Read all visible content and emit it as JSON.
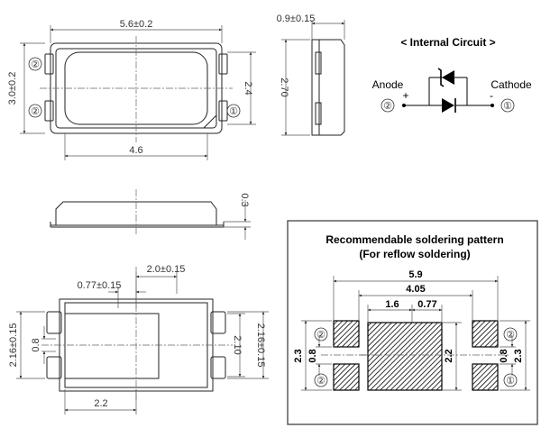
{
  "top_view": {
    "width_dim": "5.6±0.2",
    "height_dim": "3.0±0.2",
    "inner_height_dim": "2.4",
    "inner_width_dim": "4.6",
    "side_height_dim": "2.70",
    "side_width_dim": "0.9±0.15",
    "pin_2a": "②",
    "pin_2b": "②",
    "pin_1": "①"
  },
  "front_view": {
    "thickness_dim": "0.3"
  },
  "bottom_view": {
    "pad_gap_dim": "2.0±0.15",
    "pad_width_dim": "0.77±0.15",
    "slot_dim": "0.8",
    "left_height_dim": "2.16±0.15",
    "right_inner_dim": "2.10",
    "right_height_dim": "2.16±0.15",
    "bottom_width_dim": "2.2"
  },
  "circuit": {
    "title": "< Internal Circuit >",
    "anode_label": "Anode",
    "cathode_label": "Cathode",
    "plus_sign": "+",
    "minus_sign": "-",
    "pin_anode": "②",
    "pin_cathode": "①"
  },
  "soldering": {
    "title_line1": "Recommendable soldering pattern",
    "title_line2": "(For reflow soldering)",
    "dim_total": "5.9",
    "dim_inner": "4.05",
    "dim_left": "1.6",
    "dim_gap": "0.77",
    "dim_left_height": "2.3",
    "dim_left_slot": "0.8",
    "dim_center_height": "2.2",
    "dim_right_slot": "0.8",
    "dim_right_height": "2.3",
    "pin_tl": "②",
    "pin_bl": "②",
    "pin_tr": "②",
    "pin_br": "①"
  },
  "colors": {
    "line": "#222222",
    "dimension": "#555555",
    "hatch": "#000000"
  }
}
